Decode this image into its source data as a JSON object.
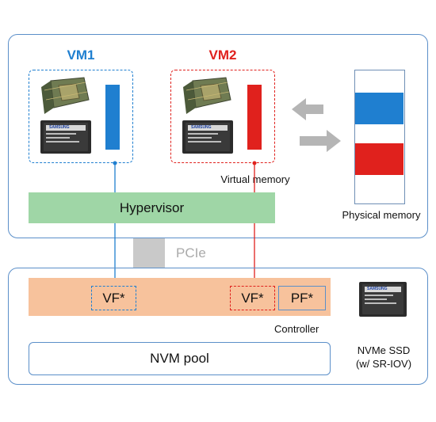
{
  "vm1": {
    "title": "VM1"
  },
  "vm2": {
    "title": "VM2"
  },
  "virtual_memory_label": "Virtual memory",
  "physical_memory_label": "Physical memory",
  "hypervisor_label": "Hypervisor",
  "pcie_label": "PCIe",
  "controller_label": "Controller",
  "vf1_label": "VF*",
  "vf2_label": "VF*",
  "pf_label": "PF*",
  "nvm_pool_label": "NVM pool",
  "nvme_ssd_label_line1": "NVMe SSD",
  "nvme_ssd_label_line2": "(w/ SR-IOV)",
  "ssd_brand_text": "SAMSUNG",
  "colors": {
    "vm1_blue": "#1f7fd0",
    "vm2_red": "#e0211d",
    "hypervisor_green": "#9fd6a6",
    "controller_peach": "#f7c29c",
    "pcie_gray": "#c9c9c9",
    "panel_border": "#5b8fc9"
  }
}
